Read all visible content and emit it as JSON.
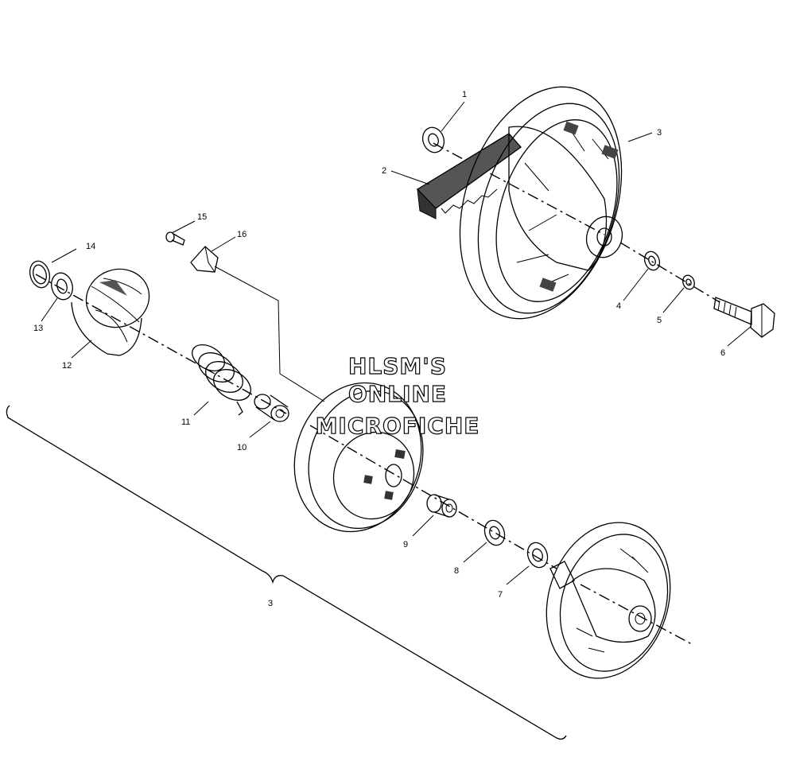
{
  "watermark": {
    "line1": "HLSM'S",
    "line2": "ONLINE",
    "line3": "MICROFICHE"
  },
  "callouts": {
    "c1": "1",
    "c2": "2",
    "c3a": "3",
    "c3b": "3",
    "c4": "4",
    "c5": "5",
    "c6": "6",
    "c7": "7",
    "c8": "8",
    "c9": "9",
    "c10": "10",
    "c11": "11",
    "c12": "12",
    "c13": "13",
    "c14": "14",
    "c15": "15",
    "c16": "16"
  }
}
